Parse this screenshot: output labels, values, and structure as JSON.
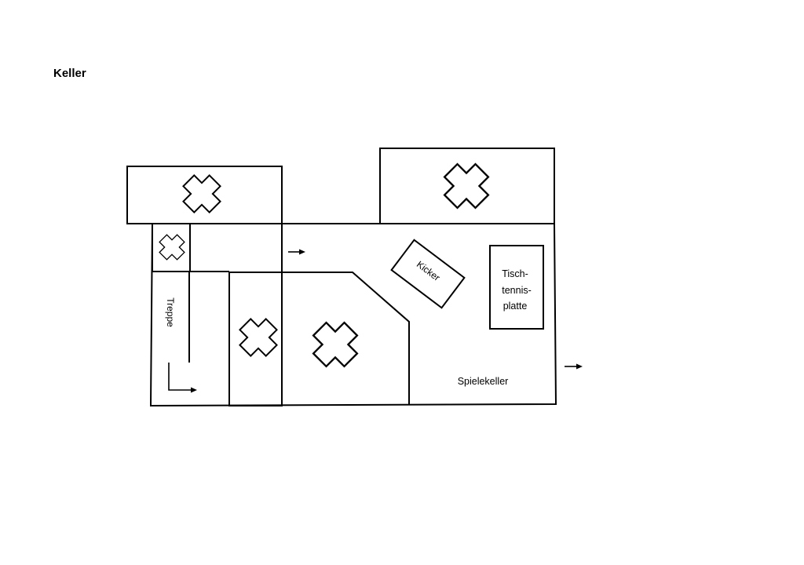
{
  "title": "Keller",
  "labels": {
    "stairs": "Treppe",
    "foosball": "Kicker",
    "table_tennis_line1": "Tisch-",
    "table_tennis_line2": "tennis-",
    "table_tennis_line3": "platte",
    "game_room": "Spielekeller"
  },
  "icons": {
    "blocked_area": "cross-icon",
    "direction": "arrow-right-icon"
  },
  "colors": {
    "line": "#000000",
    "background": "#ffffff"
  }
}
